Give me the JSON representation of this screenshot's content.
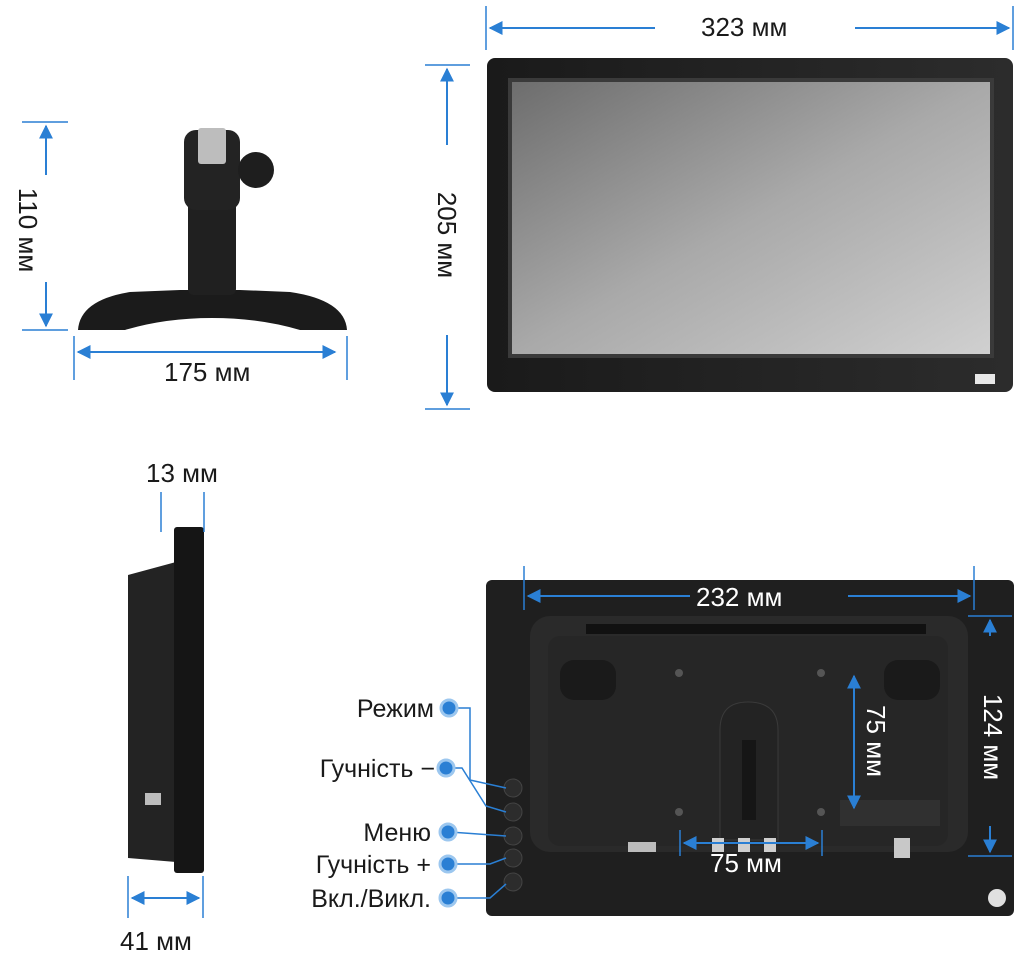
{
  "dimensions": {
    "stand_height": "110 мм",
    "stand_width": "175 мм",
    "screen_height": "205 мм",
    "screen_width": "323 мм",
    "side_top_depth": "13 мм",
    "side_bottom_depth": "41 мм",
    "rear_width": "232 мм",
    "rear_height": "124 мм",
    "vesa_horizontal": "75 мм",
    "vesa_vertical": "75 мм"
  },
  "button_labels": {
    "mode": "Режим",
    "volume_down": "Гучність −",
    "menu": "Меню",
    "volume_up": "Гучність +",
    "power": "Вкл./Викл."
  },
  "colors": {
    "arrow": "#2a7fd4",
    "device": "#1c1c1c",
    "screen": "#8a8a8a",
    "callout_dot": "#2a7fd4"
  },
  "icons": [
    "arrow-icon",
    "callout-dot-icon"
  ]
}
